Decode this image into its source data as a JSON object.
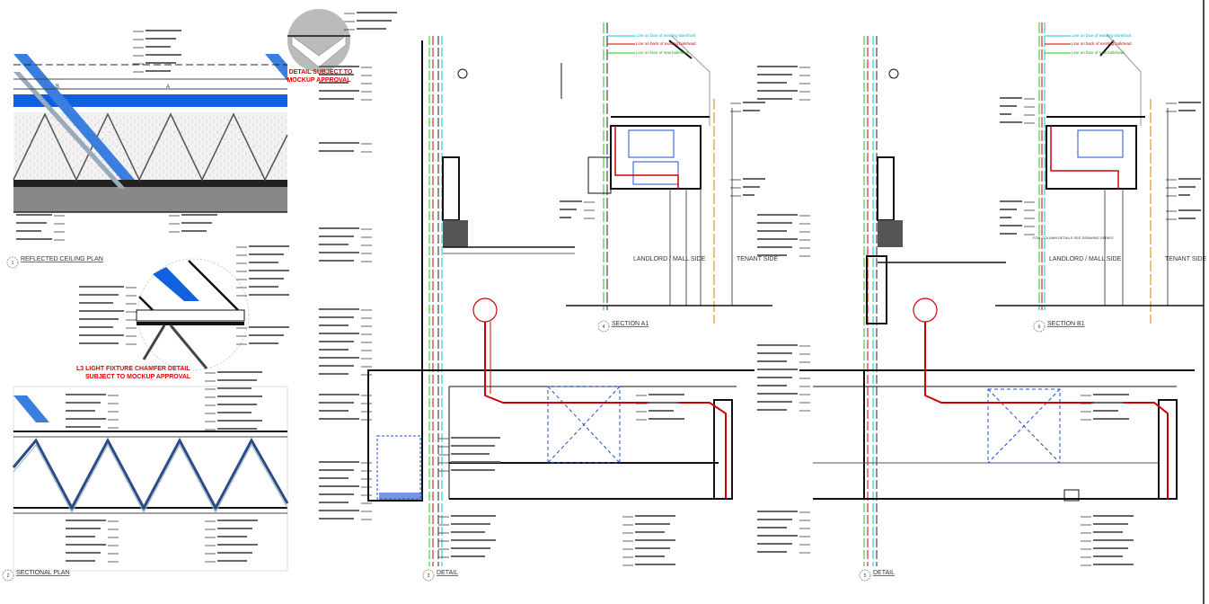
{
  "drawing": {
    "views": [
      {
        "number": "1",
        "title": "REFLECTED CEILING PLAN"
      },
      {
        "number": "2",
        "title": "SECTIONAL PLAN"
      },
      {
        "number": "3",
        "title": "DETAIL"
      },
      {
        "number": "4",
        "title": "SECTION A1"
      },
      {
        "number": "5",
        "title": "DETAIL"
      },
      {
        "number": "6",
        "title": "SECTION B1"
      }
    ],
    "notes": {
      "mockup_top_1": "DETAIL SUBJECT TO",
      "mockup_top_2": "MOCKUP APPROVAL",
      "chamfer_1": "L3 LIGHT FIXTURE CHAMFER DETAIL",
      "chamfer_2": "SUBJECT TO MOCKUP APPROVAL"
    },
    "section_labels": {
      "landlord": "LANDLORD / MALL SIDE",
      "tenant": "TENANT SIDE"
    },
    "legend": [
      {
        "text": "Line on face of existing storefront",
        "color": "#00c8d8"
      },
      {
        "text": "Line on back of existing bulkhead",
        "color": "#d00000"
      },
      {
        "text": "Line on face of new bulkhead",
        "color": "#20c020"
      }
    ],
    "column_note": "FOR COLUMN DETAILS SEE DRAWING SERIES",
    "callouts": {
      "a": "A",
      "b": "B"
    }
  }
}
